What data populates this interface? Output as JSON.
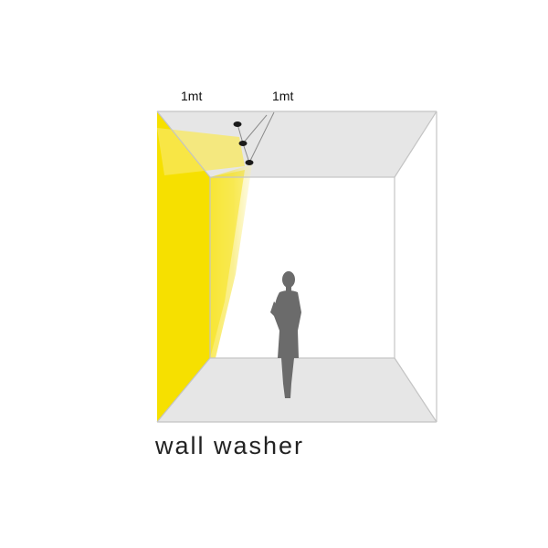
{
  "diagram": {
    "spacing_labels": [
      "1mt",
      "1mt"
    ],
    "caption": "wall washer",
    "figure": "person-silhouette-icon",
    "colors": {
      "light": "#f5e000",
      "ceiling": "#e6e6e6",
      "floor": "#e6e6e6",
      "back_wall": "#ffffff",
      "edges": "#c4c4c4",
      "figure": "#6b6b6b",
      "fixture": "#1a1a1a"
    }
  }
}
